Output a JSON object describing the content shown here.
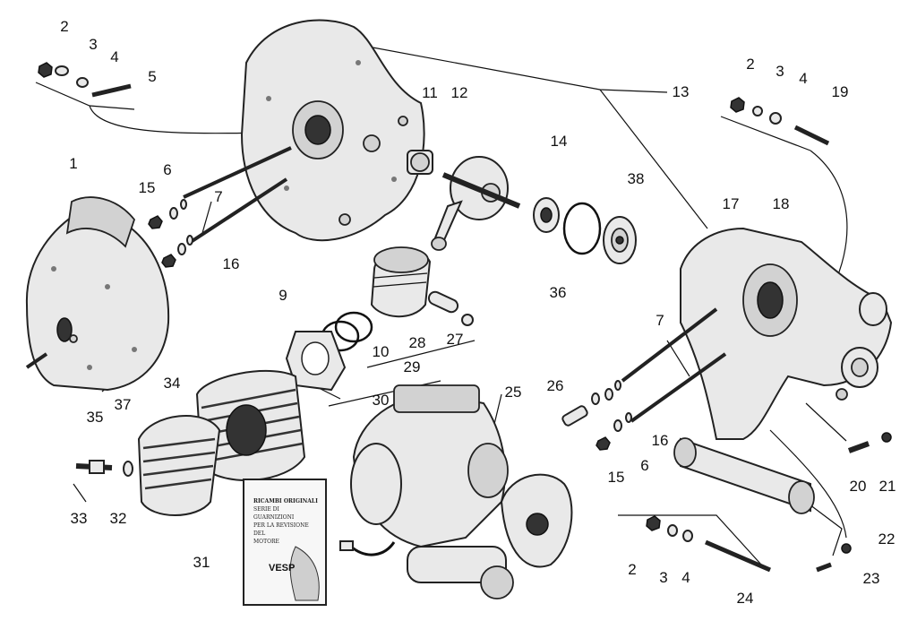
{
  "callouts": {
    "c1": "1",
    "c2a": "2",
    "c3a": "3",
    "c4a": "4",
    "c5": "5",
    "c6a": "6",
    "c7a": "7",
    "c9": "9",
    "c10": "10",
    "c11": "11",
    "c12": "12",
    "c13": "13",
    "c14": "14",
    "c15a": "15",
    "c16a": "16",
    "c17": "17",
    "c18": "18",
    "c19": "19",
    "c2b": "2",
    "c3b": "3",
    "c4b": "4",
    "c7b": "7",
    "c26": "26",
    "c6b": "6",
    "c15b": "15",
    "c16b": "16",
    "c20": "20",
    "c21": "21",
    "c22": "22",
    "c23": "23",
    "c24": "24",
    "c2c": "2",
    "c3c": "3",
    "c4c": "4",
    "c25": "25",
    "c27": "27",
    "c28": "28",
    "c29": "29",
    "c30": "30",
    "c31": "31",
    "c32": "32",
    "c33": "33",
    "c34": "34",
    "c35": "35",
    "c36": "36",
    "c37": "37",
    "c38": "38"
  },
  "packet": {
    "header": "RICAMBI ORIGINALI",
    "line1": "SERIE DI GUARNIZIONI",
    "line2": "PER LA REVISIONE DEL",
    "line3": "MOTORE",
    "brand": "VESP"
  }
}
